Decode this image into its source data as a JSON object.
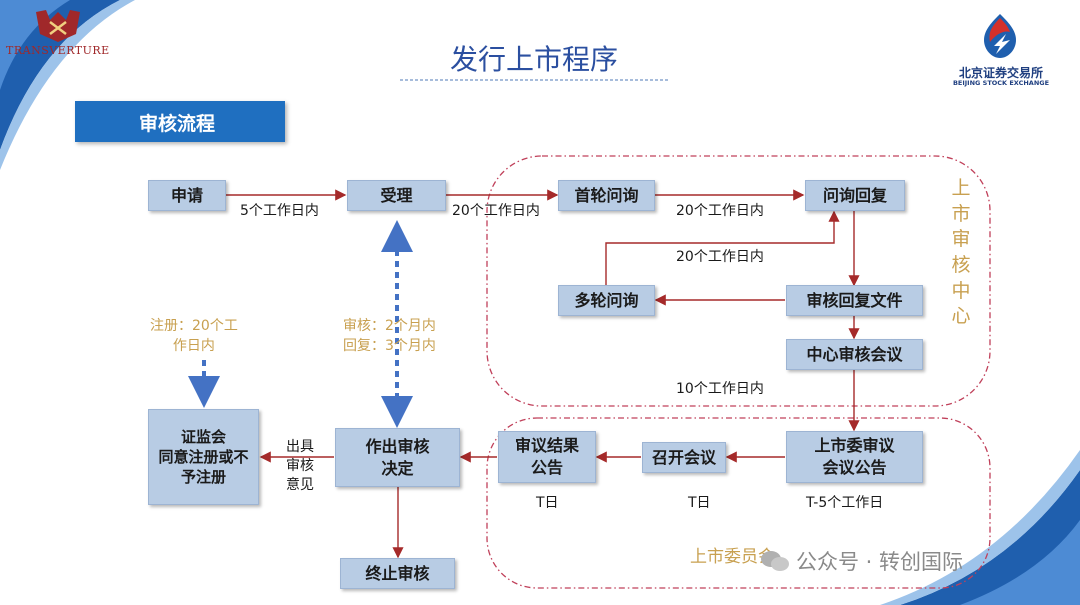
{
  "header": {
    "logo_left_text": "TRANSVERTURE",
    "title": "发行上市程序",
    "logo_right_cn": "北京证券交易所",
    "logo_right_en": "BEIJING STOCK EXCHANGE"
  },
  "section_tab": "审核流程",
  "nodes": {
    "apply": "申请",
    "accept": "受理",
    "first_inquiry": "首轮问询",
    "inquiry_reply": "问询回复",
    "multi_inquiry": "多轮问询",
    "review_reply_docs": "审核回复文件",
    "center_meeting": "中心审核会议",
    "committee_notice": "上市委审议\n会议公告",
    "hold_meeting": "召开会议",
    "result_notice": "审议结果\n公告",
    "decision": "作出审核\n决定",
    "csrc": "证监会\n同意注册或不\n予注册",
    "terminate": "终止审核"
  },
  "edge_labels": {
    "apply_to_accept": "5个工作日内",
    "accept_to_first": "20个工作日内",
    "first_to_reply": "20个工作日内",
    "multi_to_reply": "20个工作日内",
    "center_to_committee": "10个工作日内",
    "issue_opinion": "出具\n审核\n意见",
    "t_day_1": "T日",
    "t_day_2": "T日",
    "t_minus_5": "T-5个工作日"
  },
  "annotations": {
    "registration": "注册：20个工\n作日内",
    "review_time": "审核：2个月内\n回复：3个月内"
  },
  "regions": {
    "listing_center": "上市审核中心",
    "listing_committee": "上市委员会"
  },
  "watermark": "公众号 · 转创国际",
  "colors": {
    "title_blue": "#2b4fa0",
    "tab_blue": "#1f6fc0",
    "node_fill": "#b8cce4",
    "arrow_red": "#a52a2a",
    "dashed_blue": "#4472c4",
    "region_border": "#c0405a",
    "gold_text": "#c8a050"
  }
}
